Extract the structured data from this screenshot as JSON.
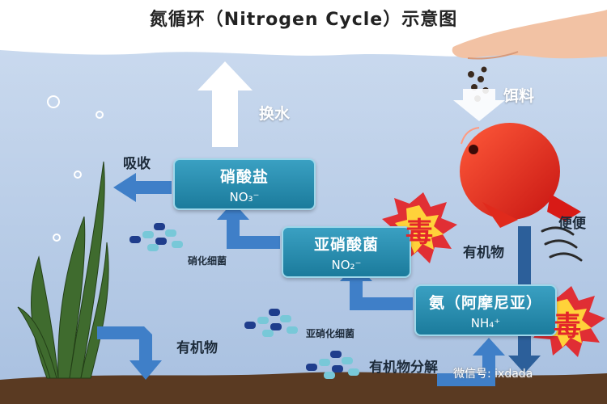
{
  "title": "氮循环（Nitrogen Cycle）示意图",
  "nodes": {
    "nitrate": {
      "name": "硝酸盐",
      "formula": "NO₃⁻"
    },
    "nitrite": {
      "name": "亚硝酸菌",
      "formula": "NO₂⁻"
    },
    "ammonia": {
      "name": "氨（阿摩尼亚）",
      "formula": "NH₄⁺"
    }
  },
  "labels": {
    "water_change": "换水",
    "feed": "饵料",
    "absorb": "吸收",
    "feces": "便便",
    "organic_right": "有机物",
    "organic_left": "有机物",
    "decompose": "有机物分解",
    "nitrifying_bacteria": "硝化细菌",
    "nitrite_bacteria": "亚硝化细菌",
    "poison": "毒"
  },
  "watermark": "微信号: ixdada",
  "colors": {
    "water": "#b9cde6",
    "box": "#1b7b9c",
    "arrow_blue": "#3f7fc8",
    "poison_star": "#e3262a",
    "poison_text": "#e3262a",
    "fish": "#e8271f",
    "substrate": "#5a3a22"
  },
  "icons": [
    "hand-icon",
    "fish-icon",
    "plant-icon",
    "bacteria-icon",
    "bubble-icon"
  ]
}
